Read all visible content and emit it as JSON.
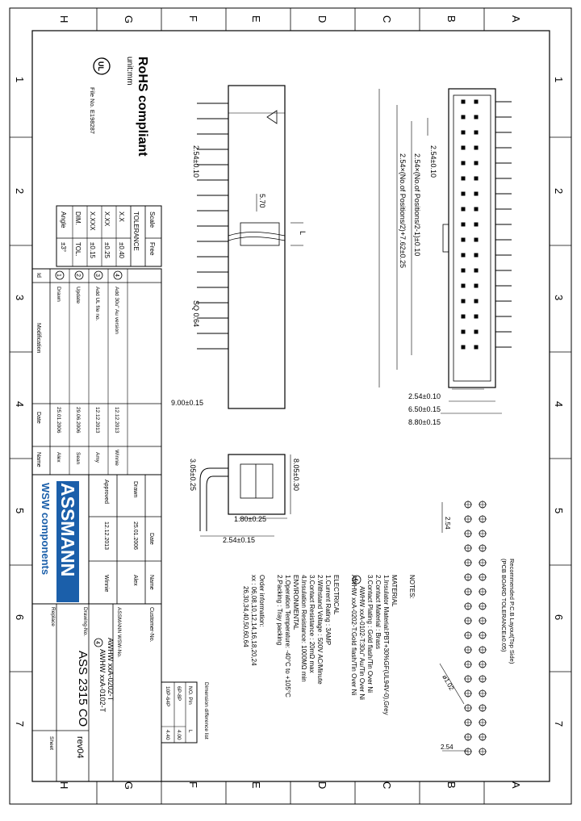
{
  "grid": {
    "cols_top": [
      "H",
      "G",
      "F",
      "E",
      "D",
      "C",
      "B",
      "A"
    ],
    "rows_left": [
      "1",
      "2",
      "3",
      "4",
      "5",
      "6",
      "7"
    ],
    "rows_right": [
      "1",
      "2",
      "3",
      "4",
      "5",
      "6",
      "7"
    ],
    "cols_bottom": [
      "H",
      "G",
      "F",
      "E",
      "D",
      "C",
      "B",
      "A"
    ]
  },
  "header": {
    "rohs": "RoHS compliant",
    "unit": "unit:mm",
    "file_no": "File No. E198287",
    "ul": "UL"
  },
  "tolerance": {
    "scale_label": "Scale",
    "scale_value": "Free",
    "title": "TOLERANCE",
    "rows": [
      {
        "dim": "X.X",
        "tol": "±0.40"
      },
      {
        "dim": "X.XX",
        "tol": "±0.25"
      },
      {
        "dim": "X.XXX",
        "tol": "±0.15"
      },
      {
        "dim": "DIM.",
        "tol": "TOL."
      },
      {
        "dim": "Angle",
        "tol": "±3°"
      }
    ]
  },
  "revisions": {
    "id_label": "Id",
    "mod_label": "Modification",
    "date_label": "Date",
    "name_label": "Name",
    "rows": [
      {
        "id": "4",
        "mod": "Add 30u\" Au version",
        "date": "12.12.2013",
        "name": "Winnie"
      },
      {
        "id": "3",
        "mod": "Add UL file no.",
        "date": "12.12.2013",
        "name": "Amy"
      },
      {
        "id": "2",
        "mod": "Update",
        "date": "29.06.2006",
        "name": "Sean"
      },
      {
        "id": "1",
        "mod": "Drawn",
        "date": "25.01.2006",
        "name": "Alex"
      }
    ]
  },
  "approval": {
    "date_col": "Date",
    "name_col": "Name",
    "drawn": "Drawn",
    "drawn_date": "25.01.2006",
    "drawn_name": "Alex",
    "approved": "Approved",
    "approved_date": "12.12.2013",
    "approved_name": "Winnie"
  },
  "title_block": {
    "logo": "ASSMANN",
    "logo_sub": "WSW components",
    "customer_no_label": "Customer-No.",
    "company": "ASSMANN WSW-No.",
    "part1": "AWHW xxA-0202-T",
    "part2": "AWHW xxA-0102-T",
    "rev_marker": "4",
    "drawing_no_label": "Drawing-No.",
    "drawing_no": "ASS 2315 CO",
    "replace_label": "Replace",
    "rev": "rev04",
    "sheet_label": "Sheet"
  },
  "dim_table": {
    "title": "Dimension difference list",
    "col_no": "NO. Pin",
    "col_l": "L",
    "rows": [
      {
        "no": "6P-8P",
        "l": "4.00"
      },
      {
        "no": "10P-64P",
        "l": "4.40"
      }
    ]
  },
  "notes": {
    "title": "NOTES:",
    "material_title": "MATERIAL",
    "material": [
      "1.Insulator Material:PBT+30%GF(UL94V-0),Grey",
      "2.Contact Material : Brass",
      "3.Contact Plating  : Gold flash/Tin Over Ni"
    ],
    "plating_marker": "4",
    "plating_a": "AWHW xxA-0102-T:30u\" Au/Tin Over Ni",
    "plating_b": "AWHW xxA-0202-T:Gold flash/Tin Over Ni",
    "electrical_title": "ELECTRICAL",
    "electrical": [
      "1.Current Rating  : 3AMP",
      "2.Withstand Voltage : 500V AC/Minute",
      "3.Contact Resistance : 20mΩ max",
      "4.Insulation Resistance: 1000MΩ min"
    ],
    "environmental_title": "ENVIRONMENTAL",
    "environmental": [
      "1.Operation Temperature: -40°C to +105°C",
      "2.Packing    : Tray packing"
    ],
    "order_title": "Order information:",
    "order_1": "xx : 06,08,10,12,14,16,18,20,24",
    "order_2": "26,30,34,40,50,60,64"
  },
  "pcb": {
    "title": "Recommended P.C.B Layout(Top Side)",
    "subtitle": "(PCB BOARD TOLERANCE±0.05)",
    "dim_251": "2.54",
    "dim_hole": "ø1.02",
    "dim_254": "2.54"
  },
  "front": {
    "d1": "2.54±0.10",
    "d2": "2.54×(No.of Positions/2-1)±0.10",
    "d3": "2.54×(No.of Positions/2)+7.62±0.25",
    "d4": "2.54±0.10",
    "d5": "6.50±0.15",
    "d6": "8.80±0.15"
  },
  "side": {
    "d1": "2.54±0.10",
    "d2": "5.70",
    "d3": "L",
    "d4": "SQ 0.64",
    "d5": "9.00±0.15"
  },
  "bottom_view": {
    "d1": "8.05±0.30",
    "d2": "3.05±0.25",
    "d3": "1.80±0.25",
    "d4": "2.54±0.15"
  }
}
